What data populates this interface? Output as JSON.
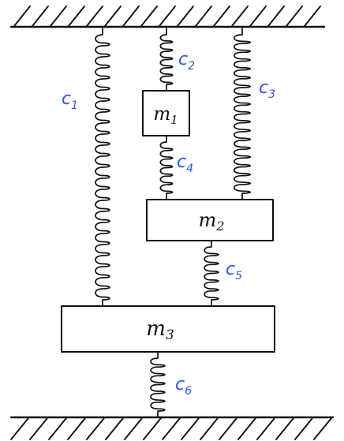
{
  "colors": {
    "ink": "#111111",
    "label": "#2f54e8"
  },
  "masses": [
    {
      "id": "m1",
      "letter": "m",
      "sub": "1"
    },
    {
      "id": "m2",
      "letter": "m",
      "sub": "2"
    },
    {
      "id": "m3",
      "letter": "m",
      "sub": "3"
    }
  ],
  "springs": [
    {
      "id": "c1",
      "letter": "c",
      "sub": "1"
    },
    {
      "id": "c2",
      "letter": "c",
      "sub": "2"
    },
    {
      "id": "c3",
      "letter": "c",
      "sub": "3"
    },
    {
      "id": "c4",
      "letter": "c",
      "sub": "4"
    },
    {
      "id": "c5",
      "letter": "c",
      "sub": "5"
    },
    {
      "id": "c6",
      "letter": "c",
      "sub": "6"
    }
  ]
}
